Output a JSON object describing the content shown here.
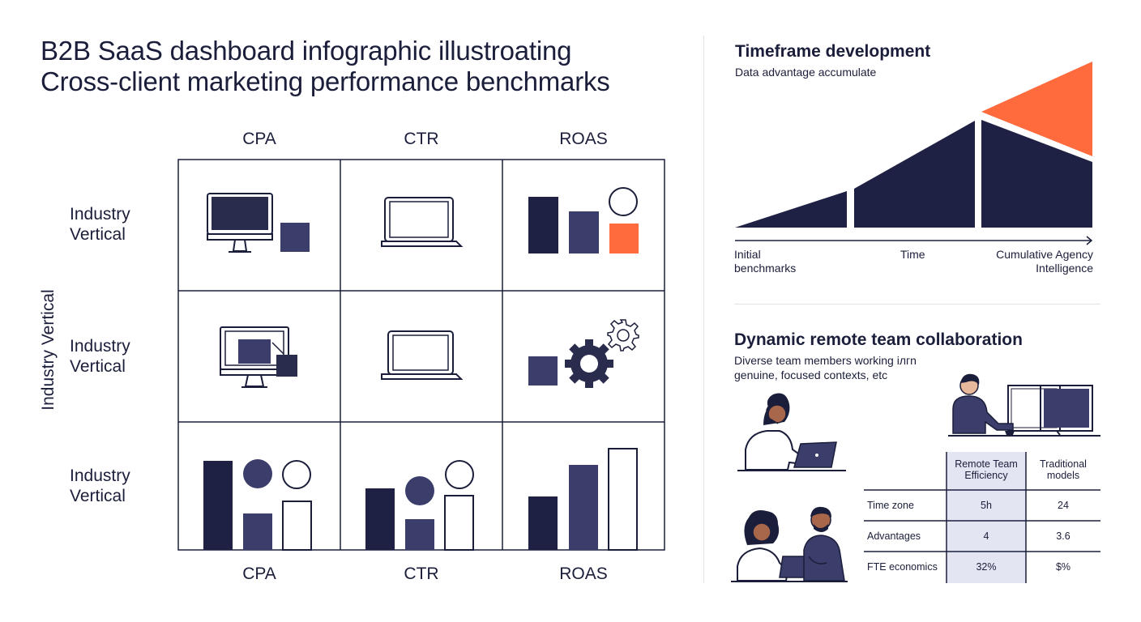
{
  "header": {
    "title_line1": "B2B SaaS dashboard infographic illustroating",
    "title_line2": "Cross-client marketing performance benchmarks"
  },
  "matrix": {
    "columns_top": [
      "CPA",
      "CTR",
      "ROAS"
    ],
    "columns_bottom": [
      "CPA",
      "CTR",
      "ROAS"
    ],
    "rows": [
      {
        "line1": "Industry",
        "line2": "Vertical"
      },
      {
        "line1": "Industry",
        "line2": "Vertical"
      },
      {
        "line1": "Industry",
        "line2": "Vertical"
      }
    ],
    "vertical_axis_label": "Industry Vertical"
  },
  "timeframe": {
    "title": "Timeframe development",
    "subtitle": "Data advantage accumulate",
    "axis_left_line1": "Initial",
    "axis_left_line2": "benchmarks",
    "axis_mid": "Time",
    "axis_right_line1": "Cumulative Agency",
    "axis_right_line2": "Intelligence"
  },
  "collaboration": {
    "title": "Dynamic remote team collaboration",
    "subtitle_line1": "Diverse team members working iлгn",
    "subtitle_line2": "genuine, focused contexts, etc",
    "table": {
      "headers": [
        {
          "line1": "Remote Team",
          "line2": "Efficiency"
        },
        {
          "line1": "Traditional",
          "line2": "models"
        }
      ],
      "rows": [
        {
          "label": "Time zone",
          "remote": "5h",
          "traditional": "24"
        },
        {
          "label": "Advantages",
          "remote": "4",
          "traditional": "3.6"
        },
        {
          "label": "FTE economics",
          "remote": "32%",
          "traditional": "$%"
        }
      ]
    }
  },
  "colors": {
    "navy": "#1b1e3a",
    "indigo": "#3b3d6a",
    "orange": "#ff6b3d",
    "highlight": "#e3e5f2"
  }
}
